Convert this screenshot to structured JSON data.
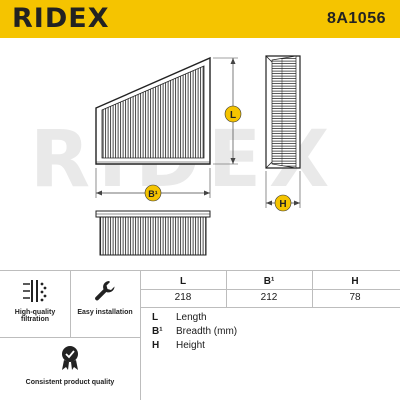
{
  "header": {
    "brand": "RIDEX",
    "part_number": "8A1056"
  },
  "drawing": {
    "label_length": "L",
    "label_breadth": "B¹",
    "label_height": "H"
  },
  "features": [
    {
      "label_line1": "High-quality",
      "label_line2": "filtration",
      "icon": "filtration-icon"
    },
    {
      "label_line1": "Easy installation",
      "label_line2": "",
      "icon": "wrench-icon"
    },
    {
      "label_line1": "Consistent product quality",
      "label_line2": "",
      "icon": "quality-badge-icon"
    }
  ],
  "dimensions": {
    "headers": [
      "L",
      "B¹",
      "H"
    ],
    "values": [
      "218",
      "212",
      "78"
    ],
    "legend": [
      {
        "key": "L",
        "text": "Length"
      },
      {
        "key": "B¹",
        "text": "Breadth (mm)"
      },
      {
        "key": "H",
        "text": "Height"
      }
    ]
  },
  "colors": {
    "brand_yellow": "#f5c400",
    "line_gray": "#bdbdbd"
  }
}
